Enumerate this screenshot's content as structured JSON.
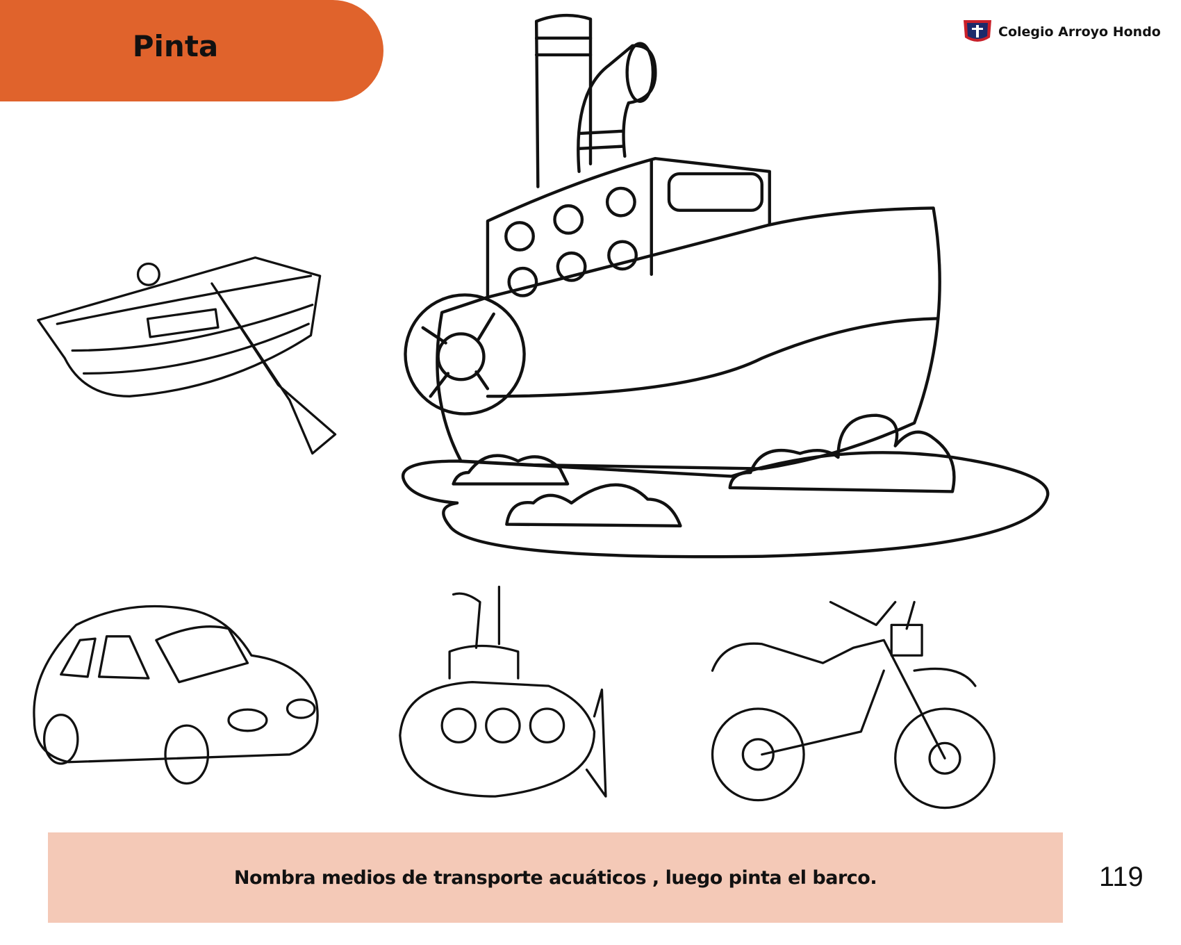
{
  "header": {
    "title": "Pinta",
    "school_name": "Colegio Arroyo Hondo",
    "logo_icon": "school-crest-icon"
  },
  "instruction": "Nombra medios de transporte acuáticos , luego pinta el barco.",
  "page_number": "119",
  "colors": {
    "banner": "#e0632c",
    "instruction_bg": "#f4c9b7"
  }
}
